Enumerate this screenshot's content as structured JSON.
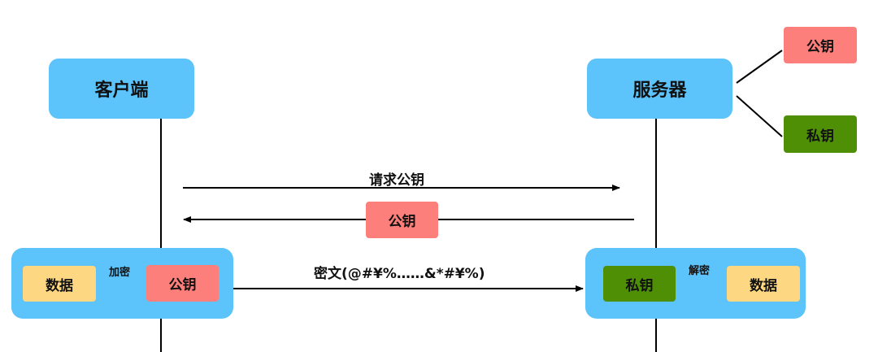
{
  "client": {
    "title": "客户端",
    "data_label": "数据",
    "encrypt_label": "加密",
    "pubkey_label": "公钥"
  },
  "server": {
    "title": "服务器",
    "pubkey_label": "公钥",
    "privkey_label": "私钥",
    "privkey_inner_label": "私钥",
    "decrypt_label": "解密",
    "data_label": "数据"
  },
  "messages": {
    "request_label": "请求公钥",
    "response_label": "公钥",
    "ciphertext_label": "密文(@#¥%……&*#¥%)"
  },
  "colors": {
    "node_blue": "#5cc3fb",
    "key_red": "#fd7f7b",
    "key_green": "#4e8f06",
    "data_yellow": "#fdd782"
  }
}
